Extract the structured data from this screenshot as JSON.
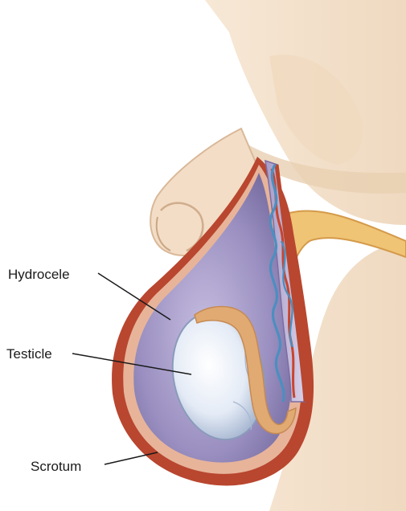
{
  "labels": {
    "hydrocele": "Hydrocele",
    "testicle": "Testicle",
    "scrotum": "Scrotum"
  },
  "colors": {
    "skin": "#f5e3cf",
    "skin_shadow": "#e8c9aa",
    "scrotum_wall": "#b9462f",
    "fluid": "#8f82b5",
    "testicle": "#e7eef8",
    "epididymis": "#e1aa73",
    "vein": "#4b8fc0",
    "artery": "#c8442e",
    "fat": "#efc474"
  }
}
